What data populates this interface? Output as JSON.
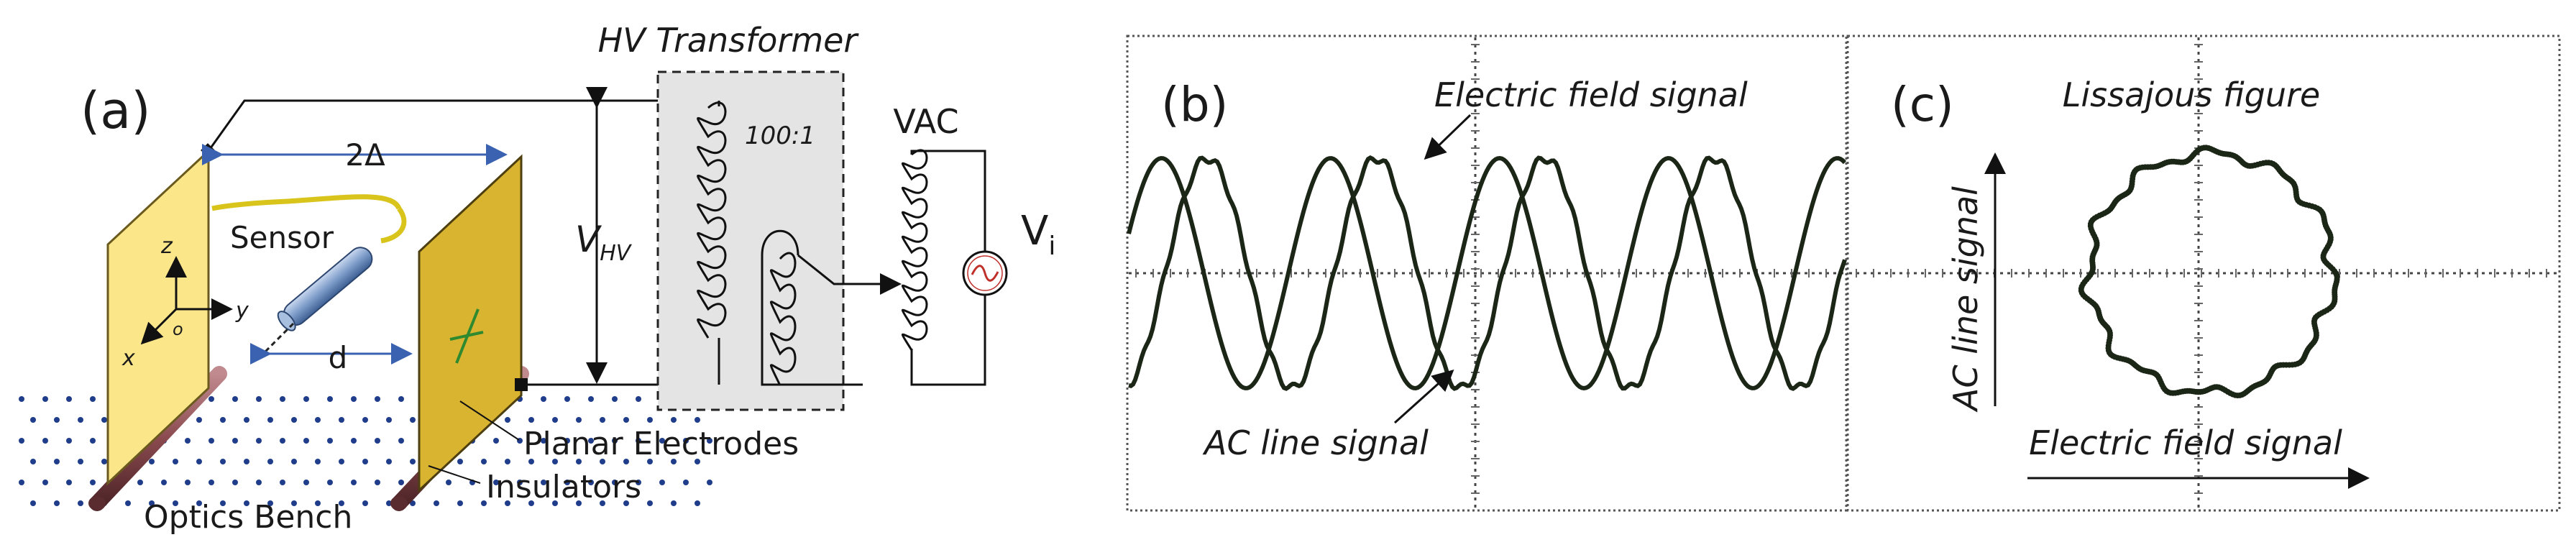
{
  "panel_a": {
    "label": "(a)",
    "transformer_title": "HV Transformer",
    "ratio": "100:1",
    "vac": "VAC",
    "v_main": "V",
    "v_sub": "i",
    "vhv_main": "V",
    "vhv_sub": "HV",
    "gap": "2Δ",
    "sensor": "Sensor",
    "distance": "d",
    "axis_z": "z",
    "axis_y": "y",
    "axis_x": "x",
    "axis_o": "o",
    "electrodes": "Planar Electrodes",
    "insulators": "Insulators",
    "bench": "Optics Bench"
  },
  "panel_b": {
    "label": "(b)",
    "field_signal": "Electric field signal",
    "line_signal": "AC line signal"
  },
  "panel_c": {
    "label": "(c)",
    "title": "Lissajous figure",
    "y_label": "AC line signal",
    "x_label": "Electric field signal"
  },
  "colors": {
    "electrode_light": "#fbe68a",
    "electrode_dark": "#d9b431",
    "insulator": "#8a4a4f",
    "bench_dots": "#1f3d8a",
    "arrow_blue": "#3a62b0",
    "transformer_fill": "#e4e4e4",
    "trace": "#1b2616",
    "sensor_cable": "#d8c41a",
    "sensor_body": "#7d9cc9",
    "mark_green": "#2f8a2f",
    "source_ring": "#c0302a"
  }
}
